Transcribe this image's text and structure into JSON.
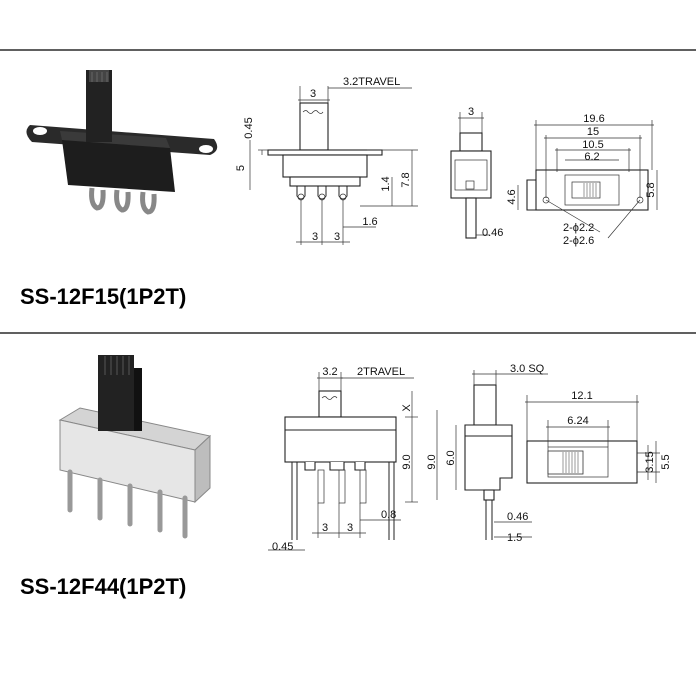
{
  "parts": [
    {
      "model": "SS-12F15(1P2T)",
      "dims": {
        "travel": "3.2TRAVEL",
        "actuator_w": "3",
        "actuator_h": "0.45",
        "body_h": "5",
        "pin_len": "1.4",
        "total_h": "7.8",
        "pin_pitch_a": "3",
        "pin_pitch_b": "3",
        "pin_offset": "1.6",
        "side_w": "3",
        "pin_thick": "0.46",
        "overall_len": "19.6",
        "hole_pitch": "15",
        "body_len": "10.5",
        "slot_len": "6.2",
        "body_w": "4.6",
        "flange_w": "5.8",
        "hole_small": "2-ϕ2.2",
        "hole_large": "2-ϕ2.6"
      }
    },
    {
      "model": "SS-12F44(1P2T)",
      "dims": {
        "travel_a": "3.2",
        "travel_b": "2TRAVEL",
        "x_label": "X",
        "body_h": "9.0",
        "side_h": "9.0",
        "inner_h": "6.0",
        "pin_pitch_a": "3",
        "pin_pitch_b": "3",
        "pin_width": "0.8",
        "pin_offset": "0.45",
        "actuator_sq": "3.0 SQ",
        "pin_thick": "0.46",
        "pin_w": "1.5",
        "body_len": "12.1",
        "slot_len": "6.24",
        "top_w1": "3.15",
        "top_w2": "5.5"
      }
    }
  ]
}
